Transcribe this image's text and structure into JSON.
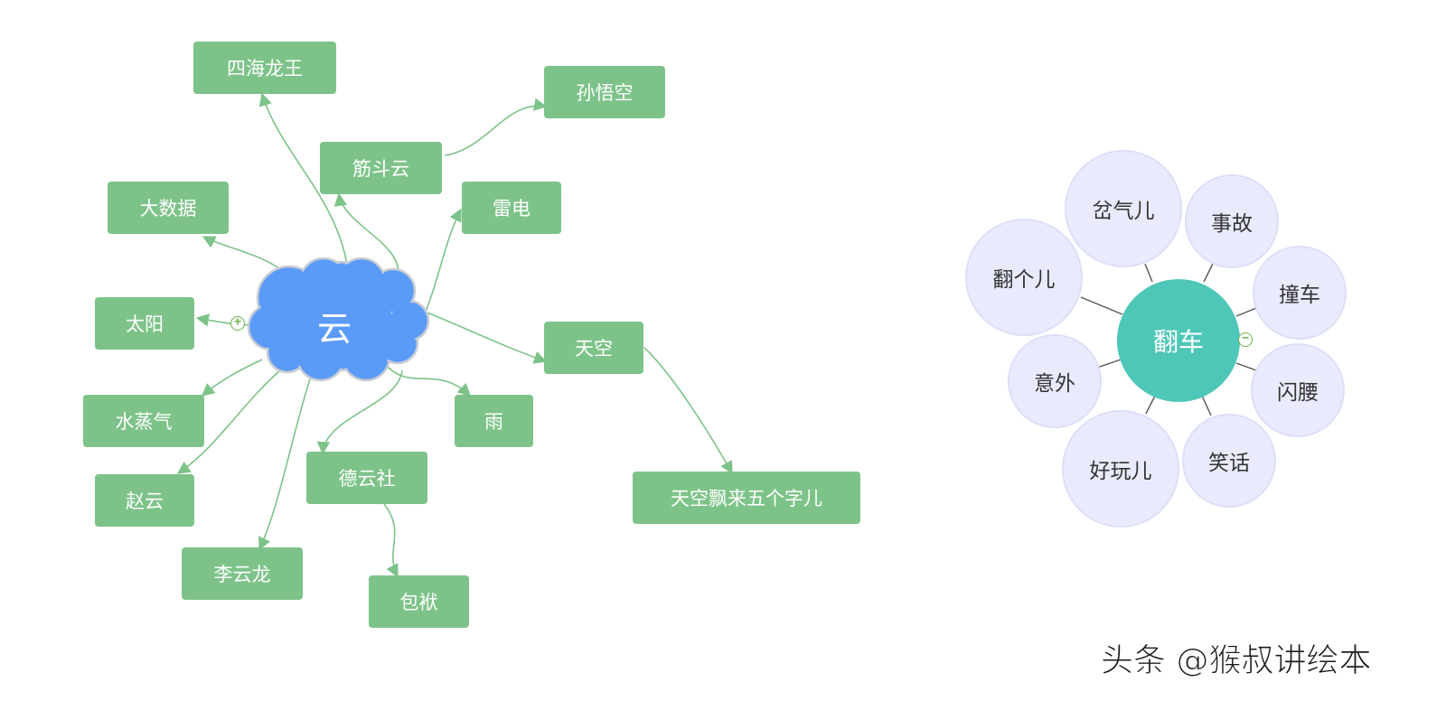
{
  "map_left": {
    "center": {
      "label": "云",
      "color": "#5b9bf8"
    },
    "toggle": "+",
    "branches": [
      {
        "id": "sihai",
        "label": "四海龙王"
      },
      {
        "id": "sunwukong",
        "label": "孙悟空"
      },
      {
        "id": "jindouyun",
        "label": "筋斗云"
      },
      {
        "id": "dashuju",
        "label": "大数据"
      },
      {
        "id": "leidian",
        "label": "雷电"
      },
      {
        "id": "taiyang",
        "label": "太阳"
      },
      {
        "id": "tiankong",
        "label": "天空"
      },
      {
        "id": "shuizhengqi",
        "label": "水蒸气"
      },
      {
        "id": "yu",
        "label": "雨"
      },
      {
        "id": "deyunshe",
        "label": "德云社"
      },
      {
        "id": "zhaoyun",
        "label": "赵云"
      },
      {
        "id": "tiankongpiao",
        "label": "天空飘来五个字儿"
      },
      {
        "id": "liyunlong",
        "label": "李云龙"
      },
      {
        "id": "baofu",
        "label": "包袱"
      }
    ],
    "node_color": "#7dc389"
  },
  "map_right": {
    "center": {
      "label": "翻车",
      "color": "#4fc7b8"
    },
    "toggle": "−",
    "petals": [
      {
        "id": "chaqier",
        "label": "岔气儿"
      },
      {
        "id": "shigu",
        "label": "事故"
      },
      {
        "id": "fangeer",
        "label": "翻个儿"
      },
      {
        "id": "zhuangche",
        "label": "撞车"
      },
      {
        "id": "yiwai",
        "label": "意外"
      },
      {
        "id": "shanyao",
        "label": "闪腰"
      },
      {
        "id": "haowaner",
        "label": "好玩儿"
      },
      {
        "id": "xiaohua",
        "label": "笑话"
      }
    ],
    "petal_color": "#e9ebfd"
  },
  "watermark": "头条 @猴叔讲绘本"
}
